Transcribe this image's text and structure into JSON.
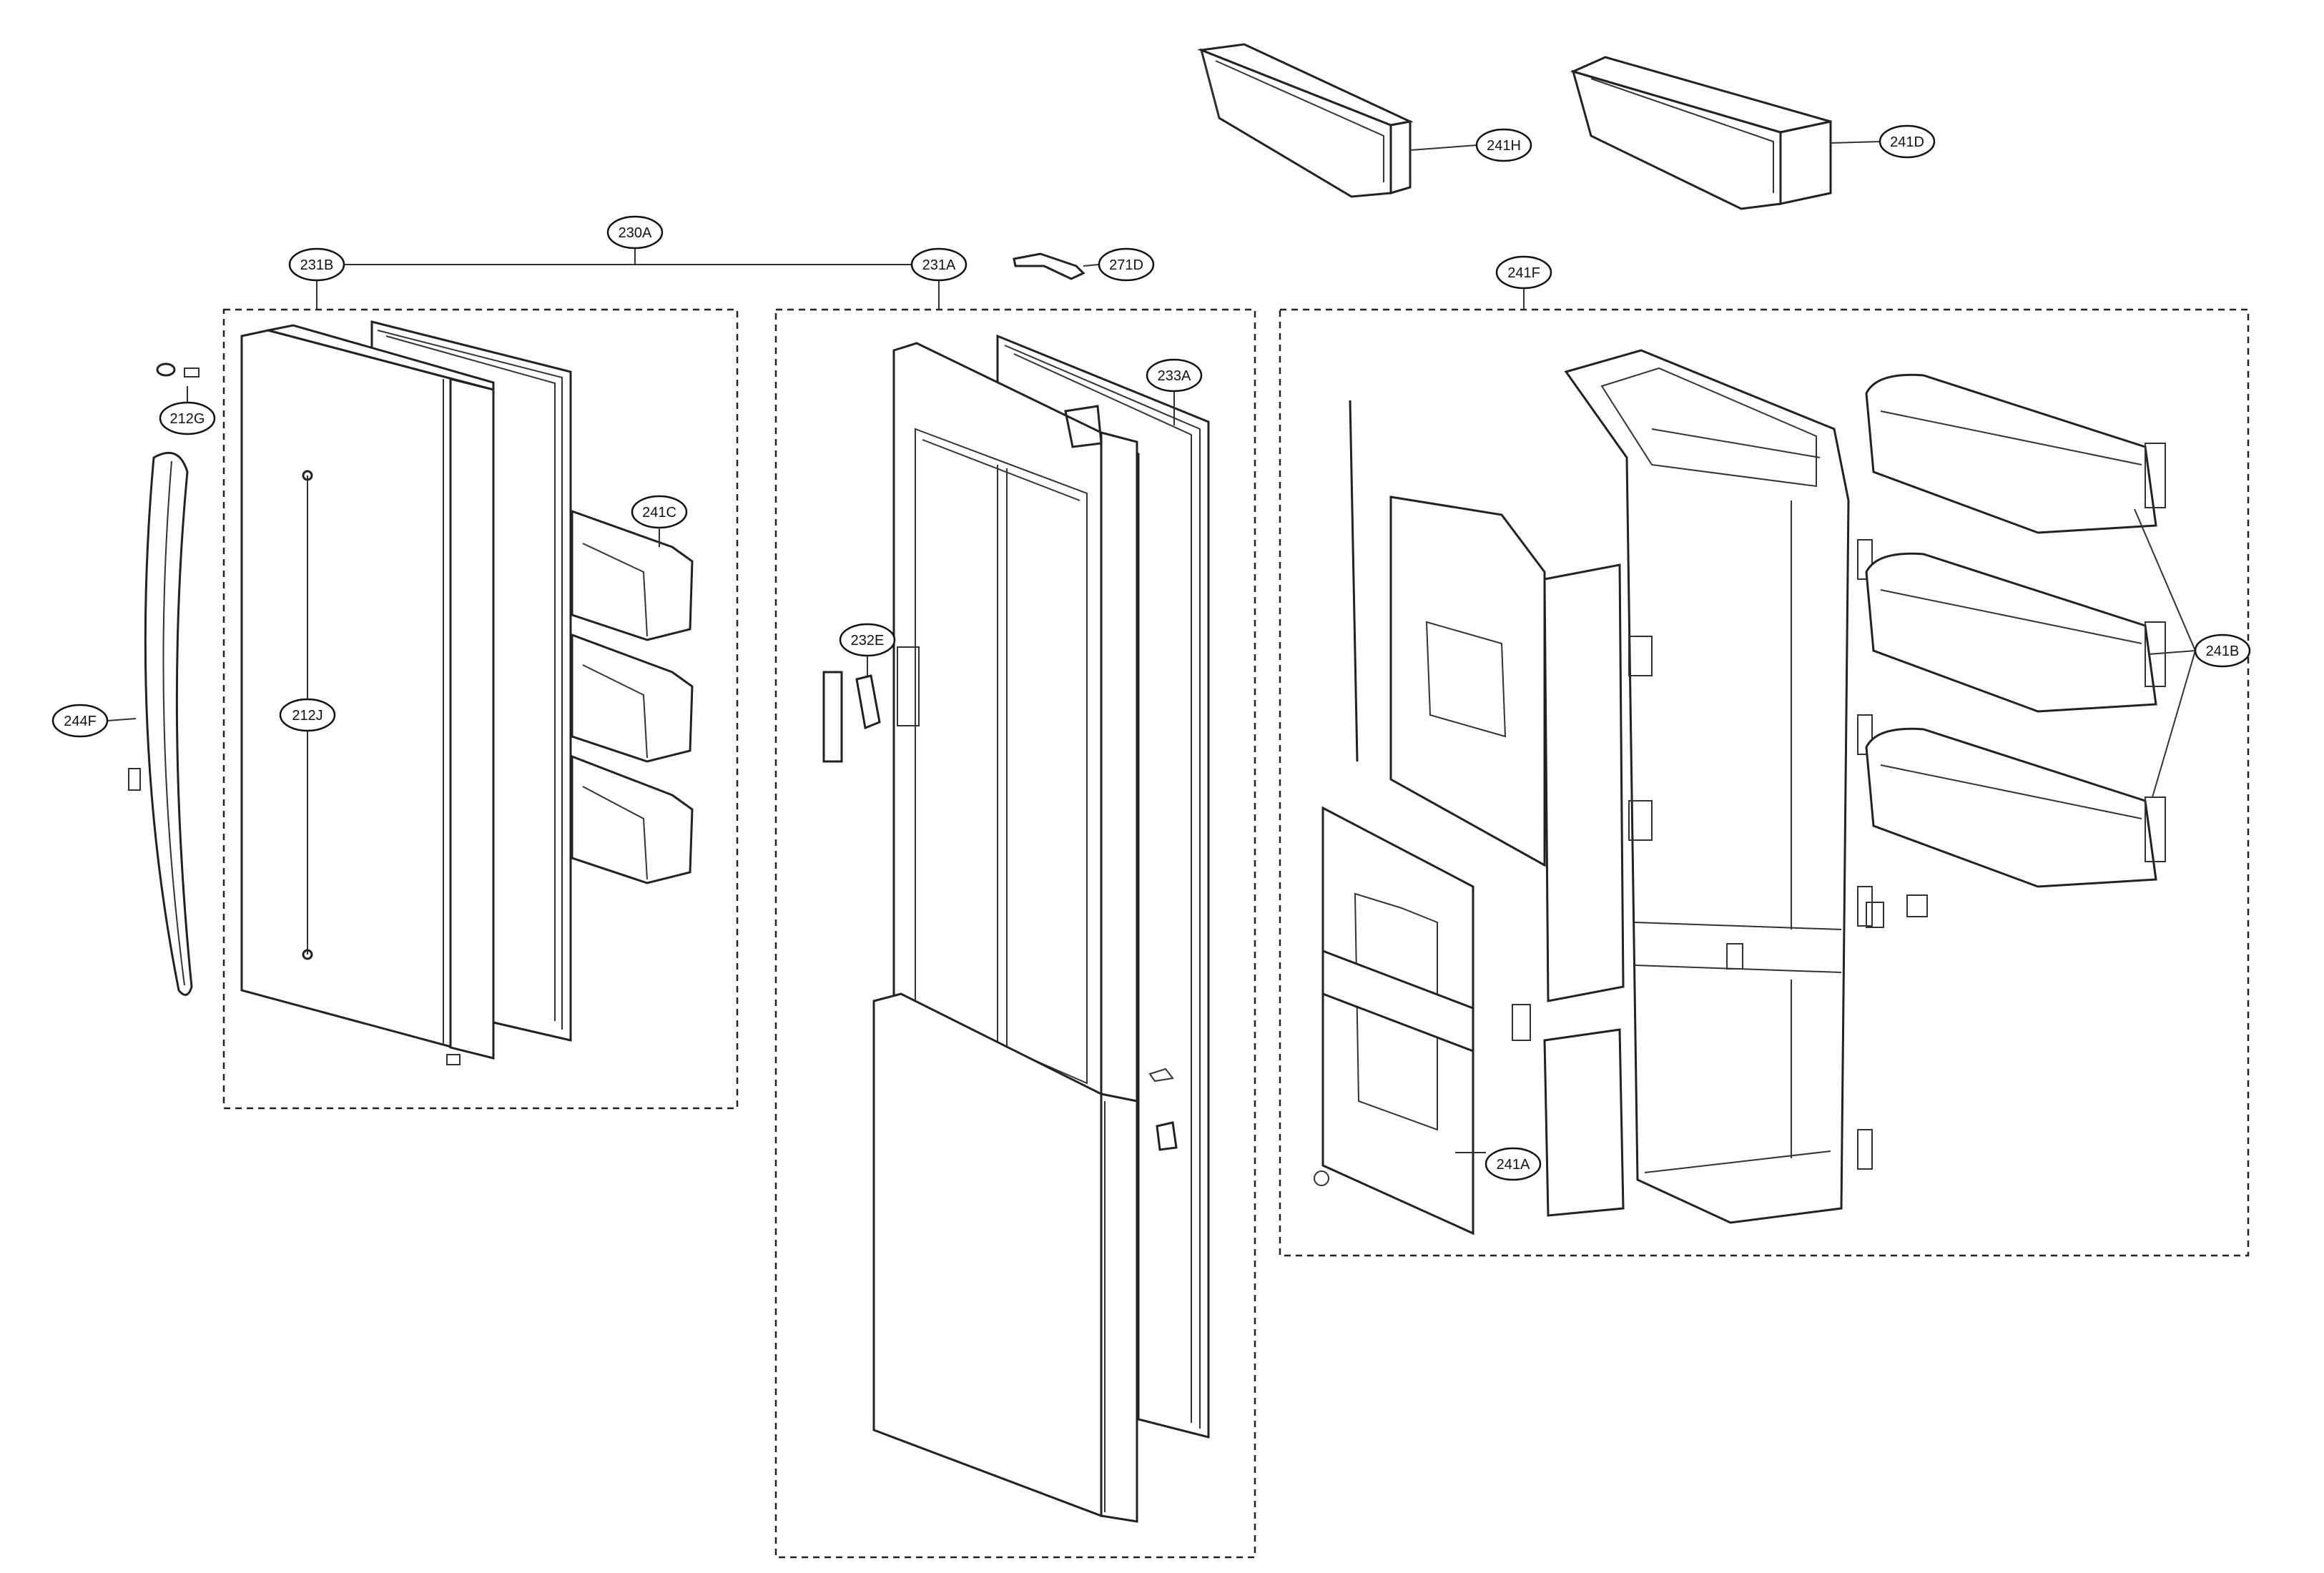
{
  "diagram": {
    "callouts": [
      {
        "id": "230A",
        "label": "230A"
      },
      {
        "id": "231B",
        "label": "231B"
      },
      {
        "id": "231A",
        "label": "231A"
      },
      {
        "id": "271D",
        "label": "271D"
      },
      {
        "id": "241H",
        "label": "241H"
      },
      {
        "id": "241D",
        "label": "241D"
      },
      {
        "id": "241F",
        "label": "241F"
      },
      {
        "id": "233A",
        "label": "233A"
      },
      {
        "id": "212G",
        "label": "212G"
      },
      {
        "id": "241C",
        "label": "241C"
      },
      {
        "id": "232E",
        "label": "232E"
      },
      {
        "id": "212J",
        "label": "212J"
      },
      {
        "id": "244F",
        "label": "244F"
      },
      {
        "id": "241B",
        "label": "241B"
      },
      {
        "id": "241A",
        "label": "241A"
      }
    ]
  }
}
